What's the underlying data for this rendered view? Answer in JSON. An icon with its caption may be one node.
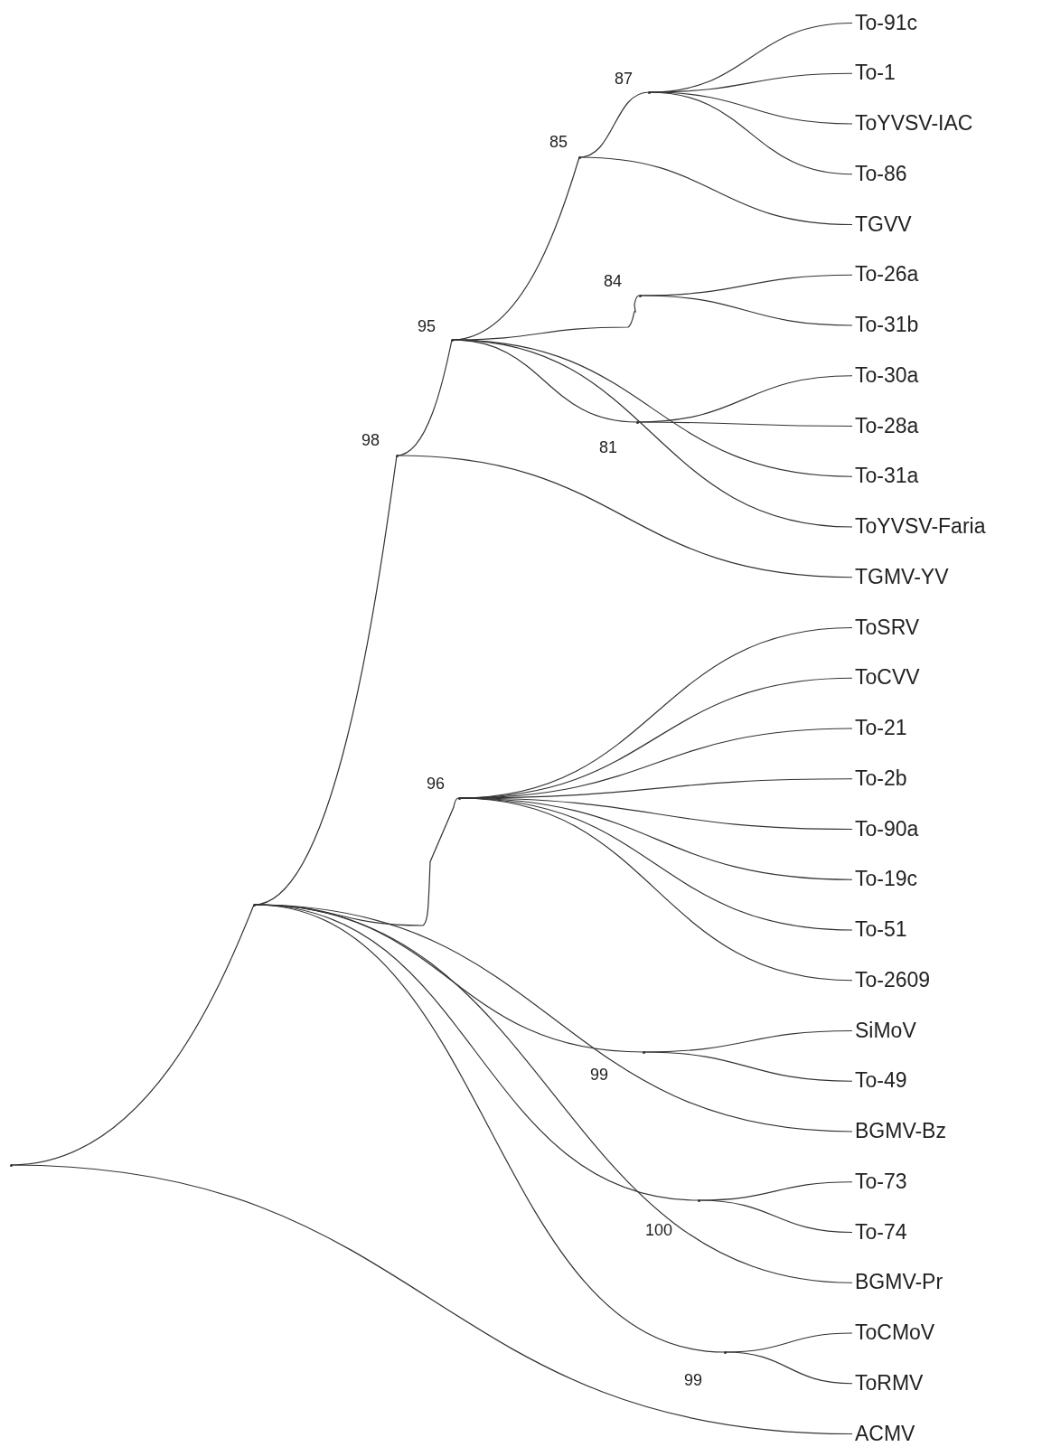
{
  "diagram": {
    "nodes": [
      {
        "text": [
          "To-91c"
        ]
      },
      {
        "text": [
          "To-1"
        ]
      },
      {
        "text": [
          "ToYVSV-IAC"
        ]
      },
      {
        "text": [
          "To-86"
        ]
      },
      {
        "text": [
          "TGVV"
        ]
      },
      {
        "text": [
          "To-26a"
        ]
      },
      {
        "text": [
          "To-31b"
        ]
      },
      {
        "text": [
          "To-30a"
        ]
      },
      {
        "text": [
          "To-28a"
        ]
      },
      {
        "text": [
          "To-31a"
        ]
      },
      {
        "text": [
          "ToYVSV-Faria"
        ]
      },
      {
        "text": [
          "TGMV-YV"
        ]
      },
      {
        "text": [
          "ToSRV"
        ]
      },
      {
        "text": [
          "ToCVV"
        ]
      },
      {
        "text": [
          "To-21"
        ]
      },
      {
        "text": [
          "To-2b"
        ]
      },
      {
        "text": [
          "To-90a"
        ]
      },
      {
        "text": [
          "To-19c"
        ]
      },
      {
        "text": [
          "To-51"
        ]
      },
      {
        "text": [
          "To-2609"
        ]
      },
      {
        "text": [
          "SiMoV"
        ]
      },
      {
        "text": [
          "To-49"
        ]
      },
      {
        "text": [
          "BGMV-Bz"
        ]
      },
      {
        "text": [
          "To-73"
        ]
      },
      {
        "text": [
          "To-74"
        ]
      },
      {
        "text": [
          "BGMV-Pr"
        ]
      },
      {
        "text": [
          "ToCMoV"
        ]
      },
      {
        "text": [
          "ToRMV"
        ]
      },
      {
        "text": [
          "ACMV"
        ]
      },
      {
        "text": [],
        "shape": "point"
      },
      {
        "text": [],
        "shape": "point"
      },
      {
        "text": [],
        "shape": "point",
        "beside": [
          "98"
        ]
      },
      {
        "text": [],
        "shape": "point",
        "beside": [
          "95"
        ]
      },
      {
        "text": [],
        "shape": "point",
        "beside": [
          "85"
        ]
      },
      {
        "text": [],
        "shape": "point",
        "beside": [
          "87"
        ]
      },
      {
        "text": [],
        "shape": "point",
        "beside": [
          "84"
        ]
      },
      {
        "text": [],
        "shape": "point",
        "beside": [
          "81"
        ]
      },
      {
        "text": [],
        "shape": "point",
        "beside": [
          "96"
        ]
      },
      {
        "text": [],
        "shape": "point"
      },
      {
        "text": [],
        "shape": "point"
      },
      {
        "text": [],
        "shape": "point"
      }
    ],
    "edges": [
      {
        "from": 29,
        "to": 30,
        "arrow": "none"
      },
      {
        "from": 29,
        "to": 28,
        "arrow": "none"
      },
      {
        "from": 30,
        "to": 31,
        "arrow": "none"
      },
      {
        "from": 31,
        "to": 32,
        "arrow": "none"
      },
      {
        "from": 31,
        "to": 11,
        "arrow": "none"
      },
      {
        "from": 32,
        "to": 33,
        "arrow": "none"
      },
      {
        "from": 33,
        "to": 34,
        "arrow": "none"
      },
      {
        "from": 33,
        "to": 4,
        "arrow": "none"
      },
      {
        "from": 34,
        "to": 0,
        "arrow": "none"
      },
      {
        "from": 34,
        "to": 1,
        "arrow": "none"
      },
      {
        "from": 34,
        "to": 2,
        "arrow": "none"
      },
      {
        "from": 34,
        "to": 3,
        "arrow": "none"
      },
      {
        "from": 32,
        "to": 35,
        "arrow": "none"
      },
      {
        "from": 35,
        "to": 5,
        "arrow": "none"
      },
      {
        "from": 35,
        "to": 6,
        "arrow": "none"
      },
      {
        "from": 32,
        "to": 36,
        "arrow": "none"
      },
      {
        "from": 36,
        "to": 7,
        "arrow": "none"
      },
      {
        "from": 36,
        "to": 8,
        "arrow": "none"
      },
      {
        "from": 32,
        "to": 9,
        "arrow": "none"
      },
      {
        "from": 32,
        "to": 10,
        "arrow": "none"
      },
      {
        "from": 30,
        "to": 37,
        "arrow": "none"
      },
      {
        "from": 37,
        "to": 12,
        "arrow": "none"
      },
      {
        "from": 37,
        "to": 13,
        "arrow": "none"
      },
      {
        "from": 37,
        "to": 14,
        "arrow": "none"
      },
      {
        "from": 37,
        "to": 15,
        "arrow": "none"
      },
      {
        "from": 37,
        "to": 16,
        "arrow": "none"
      },
      {
        "from": 37,
        "to": 17,
        "arrow": "none"
      },
      {
        "from": 37,
        "to": 18,
        "arrow": "none"
      },
      {
        "from": 37,
        "to": 19,
        "arrow": "none"
      },
      {
        "from": 30,
        "to": 38,
        "arrow": "none"
      },
      {
        "from": 38,
        "to": 20,
        "arrow": "none"
      },
      {
        "from": 38,
        "to": 21,
        "arrow": "none"
      },
      {
        "from": 30,
        "to": 22,
        "arrow": "none"
      },
      {
        "from": 30,
        "to": 39,
        "arrow": "none"
      },
      {
        "from": 39,
        "to": 23,
        "arrow": "none"
      },
      {
        "from": 39,
        "to": 24,
        "arrow": "none"
      },
      {
        "from": 30,
        "to": 25,
        "arrow": "none"
      },
      {
        "from": 30,
        "to": 40,
        "arrow": "none"
      },
      {
        "from": 40,
        "to": 26,
        "arrow": "none"
      },
      {
        "from": 40,
        "to": 27,
        "arrow": "none"
      }
    ],
    "labels": [
      "99",
      "100",
      "99"
    ]
  }
}
